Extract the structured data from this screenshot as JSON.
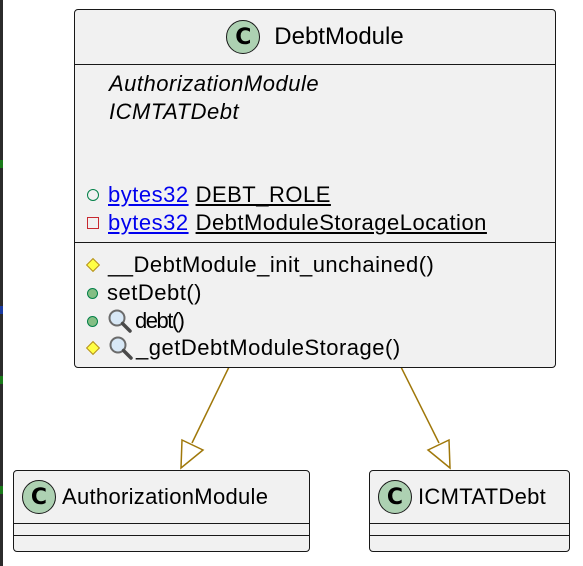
{
  "colors": {
    "box_fill": "#f1f1f1",
    "box_border": "#181818",
    "class_circle": "#add1b2",
    "arrow": "#a0780a",
    "link": "#0000ee",
    "public_icon": "#038048",
    "private_icon": "#c82930",
    "protected_icon": "#ffff44"
  },
  "main_class": {
    "stereotype_letter": "C",
    "name": "DebtModule",
    "inherits": [
      "AuthorizationModule",
      "ICMTATDebt"
    ],
    "fields": [
      {
        "visibility": "public",
        "icon": "public-field-icon",
        "type": "bytes32",
        "name": "DEBT_ROLE"
      },
      {
        "visibility": "private",
        "icon": "private-field-icon",
        "type": "bytes32",
        "name": "DebtModuleStorageLocation"
      }
    ],
    "methods": [
      {
        "visibility": "protected",
        "icon": "protected-method-icon",
        "view": false,
        "name": "__DebtModule_init_unchained()"
      },
      {
        "visibility": "public",
        "icon": "public-method-icon",
        "view": false,
        "name": "setDebt()"
      },
      {
        "visibility": "public",
        "icon": "public-method-icon",
        "view": true,
        "view_icon": "magnifier-icon",
        "name": "debt()"
      },
      {
        "visibility": "protected",
        "icon": "protected-method-icon",
        "view": true,
        "view_icon": "magnifier-icon",
        "name": "_getDebtModuleStorage()"
      }
    ]
  },
  "parent_classes": [
    {
      "stereotype_letter": "C",
      "name": "AuthorizationModule"
    },
    {
      "stereotype_letter": "C",
      "name": "ICMTATDebt"
    }
  ]
}
